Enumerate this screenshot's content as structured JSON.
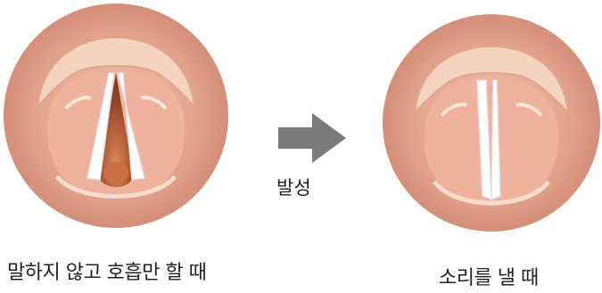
{
  "left": {
    "caption": "말하지 않고 호흡만 할 때"
  },
  "right": {
    "caption": "소리를 낼 때"
  },
  "arrow": {
    "label": "발성"
  },
  "colors": {
    "outer": "#e2a58c",
    "rim": "#f2cdb8",
    "tissue": "#f0b49f",
    "fold": "#ffffff",
    "airway": "#b65a35",
    "arrow": "#7a7a7a"
  },
  "icons": {
    "arrow": "right-arrow-icon"
  }
}
